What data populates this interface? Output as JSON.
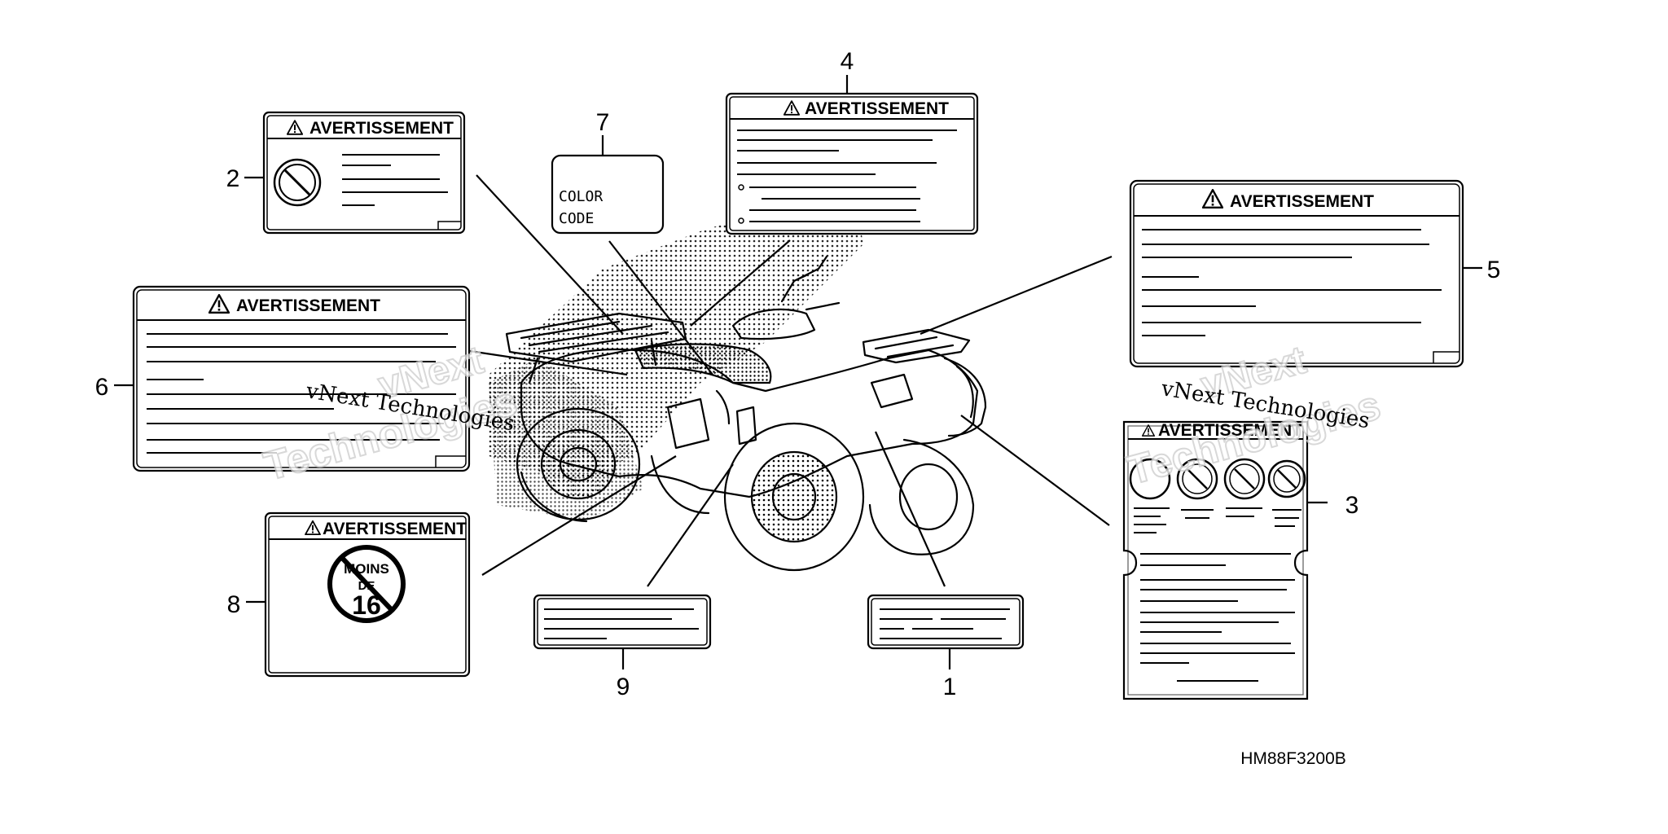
{
  "diagram": {
    "drawing_code": "HM88F3200B",
    "callouts": [
      "1",
      "2",
      "3",
      "4",
      "5",
      "6",
      "7",
      "8",
      "9"
    ],
    "label_headers": {
      "label_2": "AVERTISSEMENT",
      "label_3": "AVERTISSEMENT",
      "label_4": "AVERTISSEMENT",
      "label_5": "AVERTISSEMENT",
      "label_6": "AVERTISSEMENT",
      "label_8": "AVERTISSEMENT"
    },
    "color_code_label": {
      "line1": "COLOR",
      "line2": "CODE"
    },
    "age_label": {
      "line1": "MOINS",
      "line2": "DE",
      "age": "16"
    }
  },
  "watermark": {
    "line1": "vNext",
    "line2": "Technologies",
    "small": "vNext Technologies"
  },
  "colors": {
    "ink": "#000000",
    "paper": "#ffffff",
    "watermark": "#cfcfcf"
  },
  "icons": [
    "warning-triangle-icon",
    "prohibition-icon",
    "age-restriction-icon",
    "atv-illustration"
  ]
}
